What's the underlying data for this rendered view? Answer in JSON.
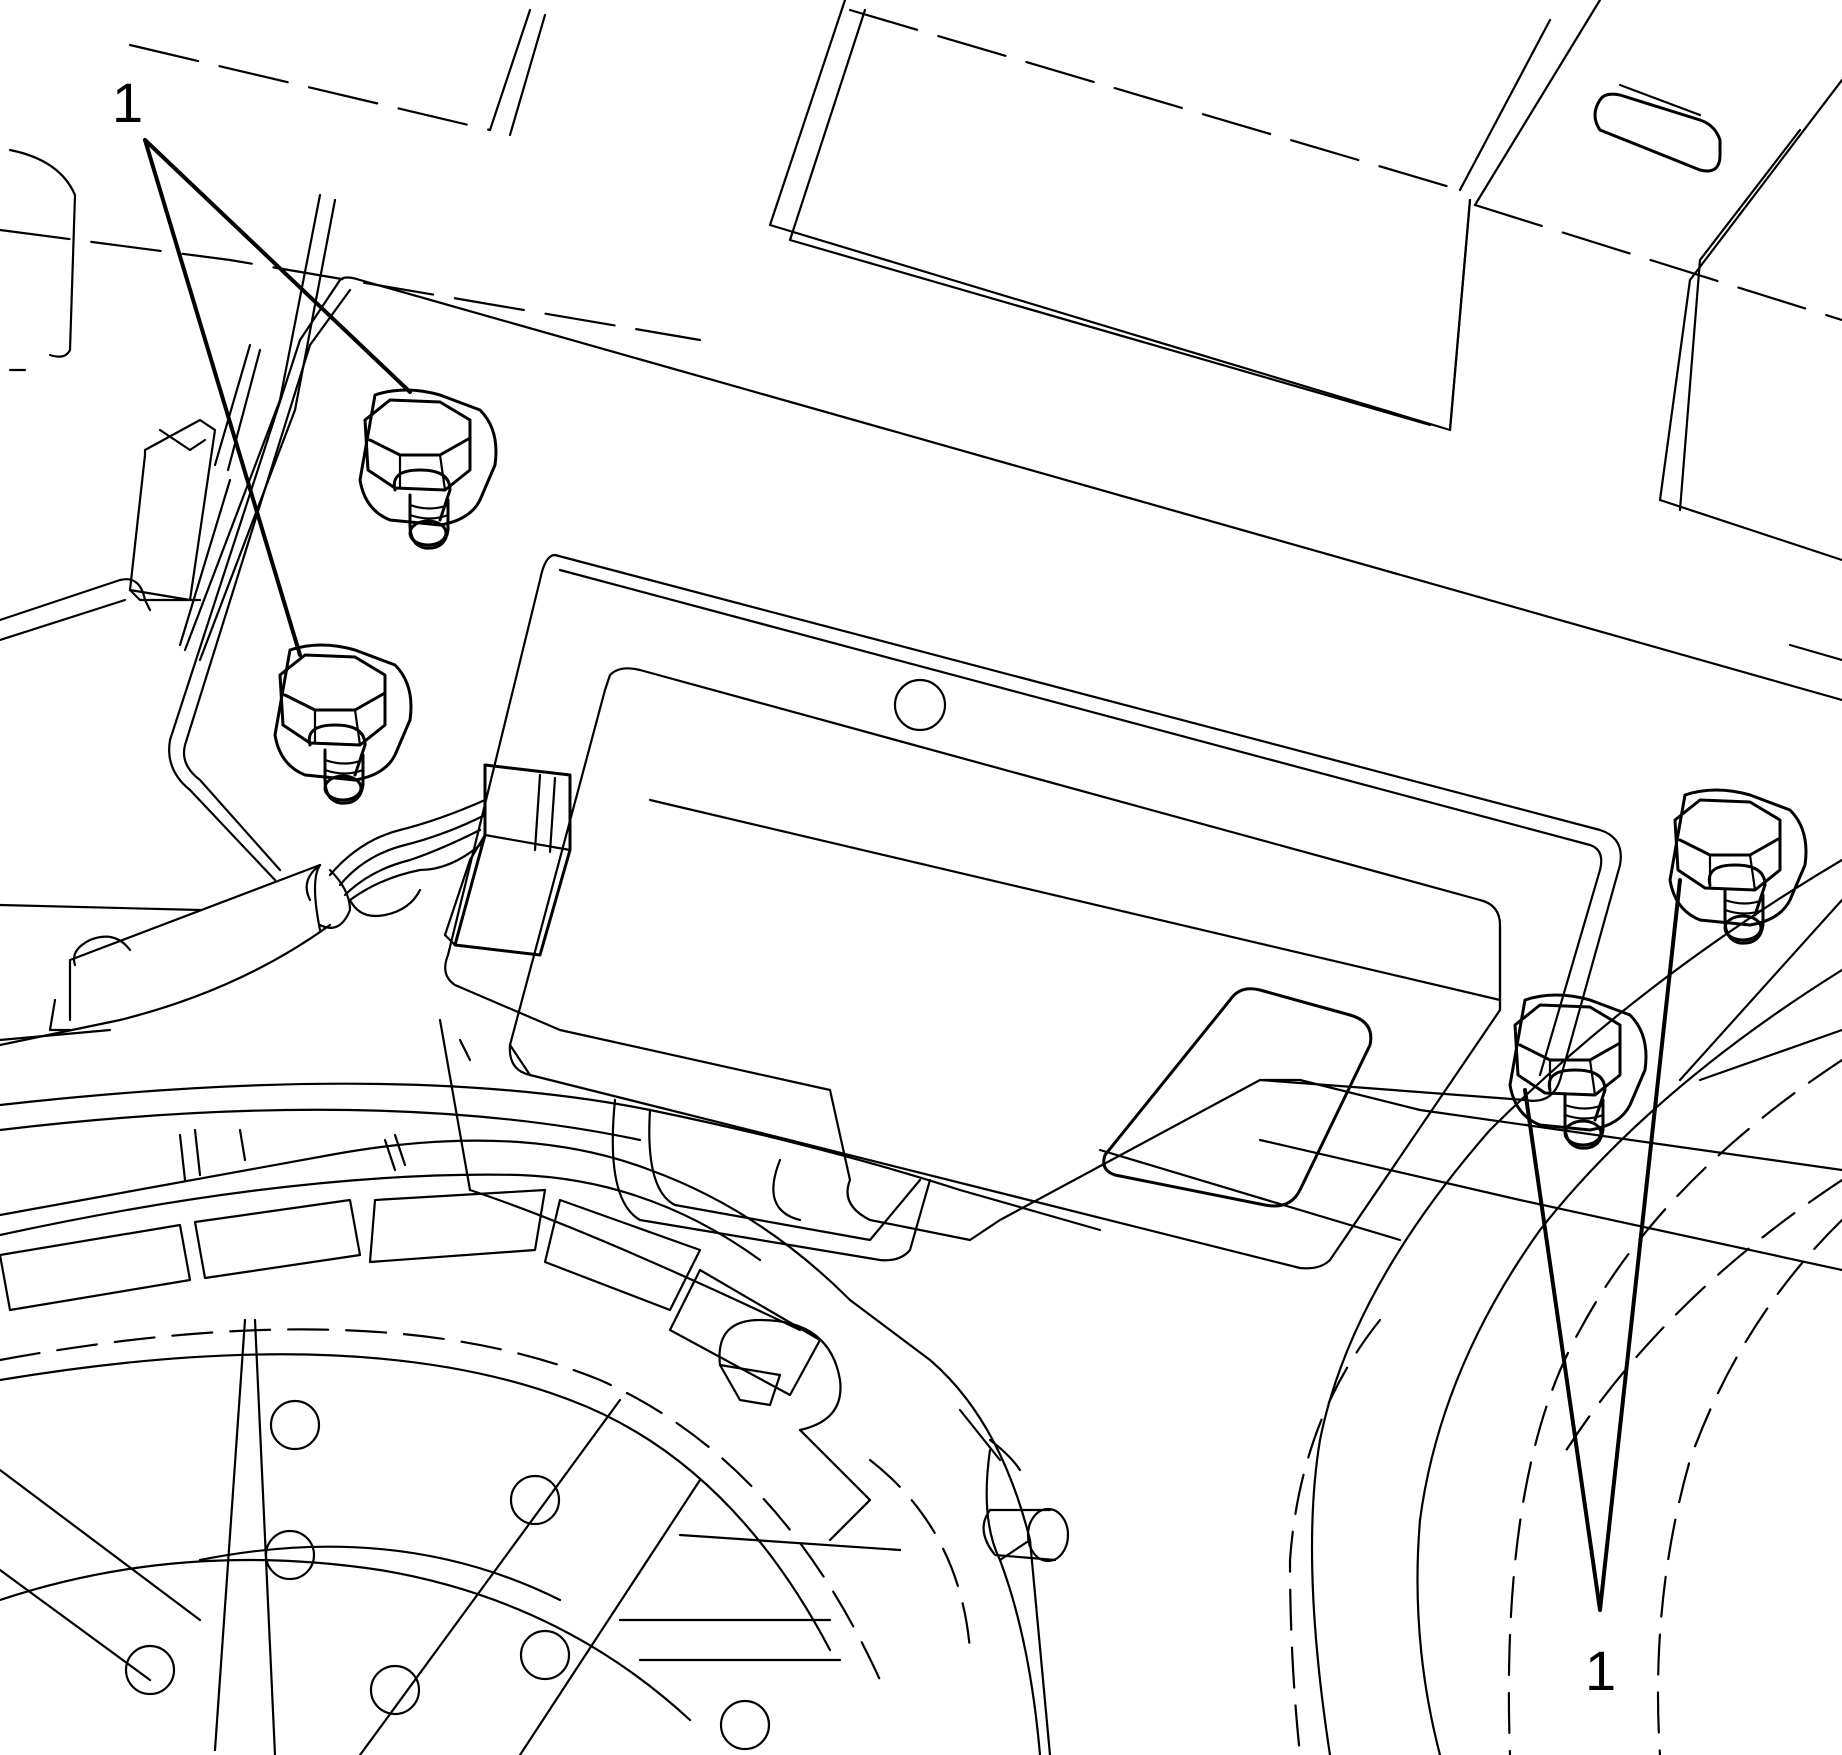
{
  "diagram": {
    "callouts": [
      {
        "label": "1"
      },
      {
        "label": "1"
      }
    ],
    "parts": [
      "nut-icon",
      "stud-icon",
      "control-module",
      "electrical-connector",
      "wiring-harness",
      "transmission-housing"
    ]
  }
}
